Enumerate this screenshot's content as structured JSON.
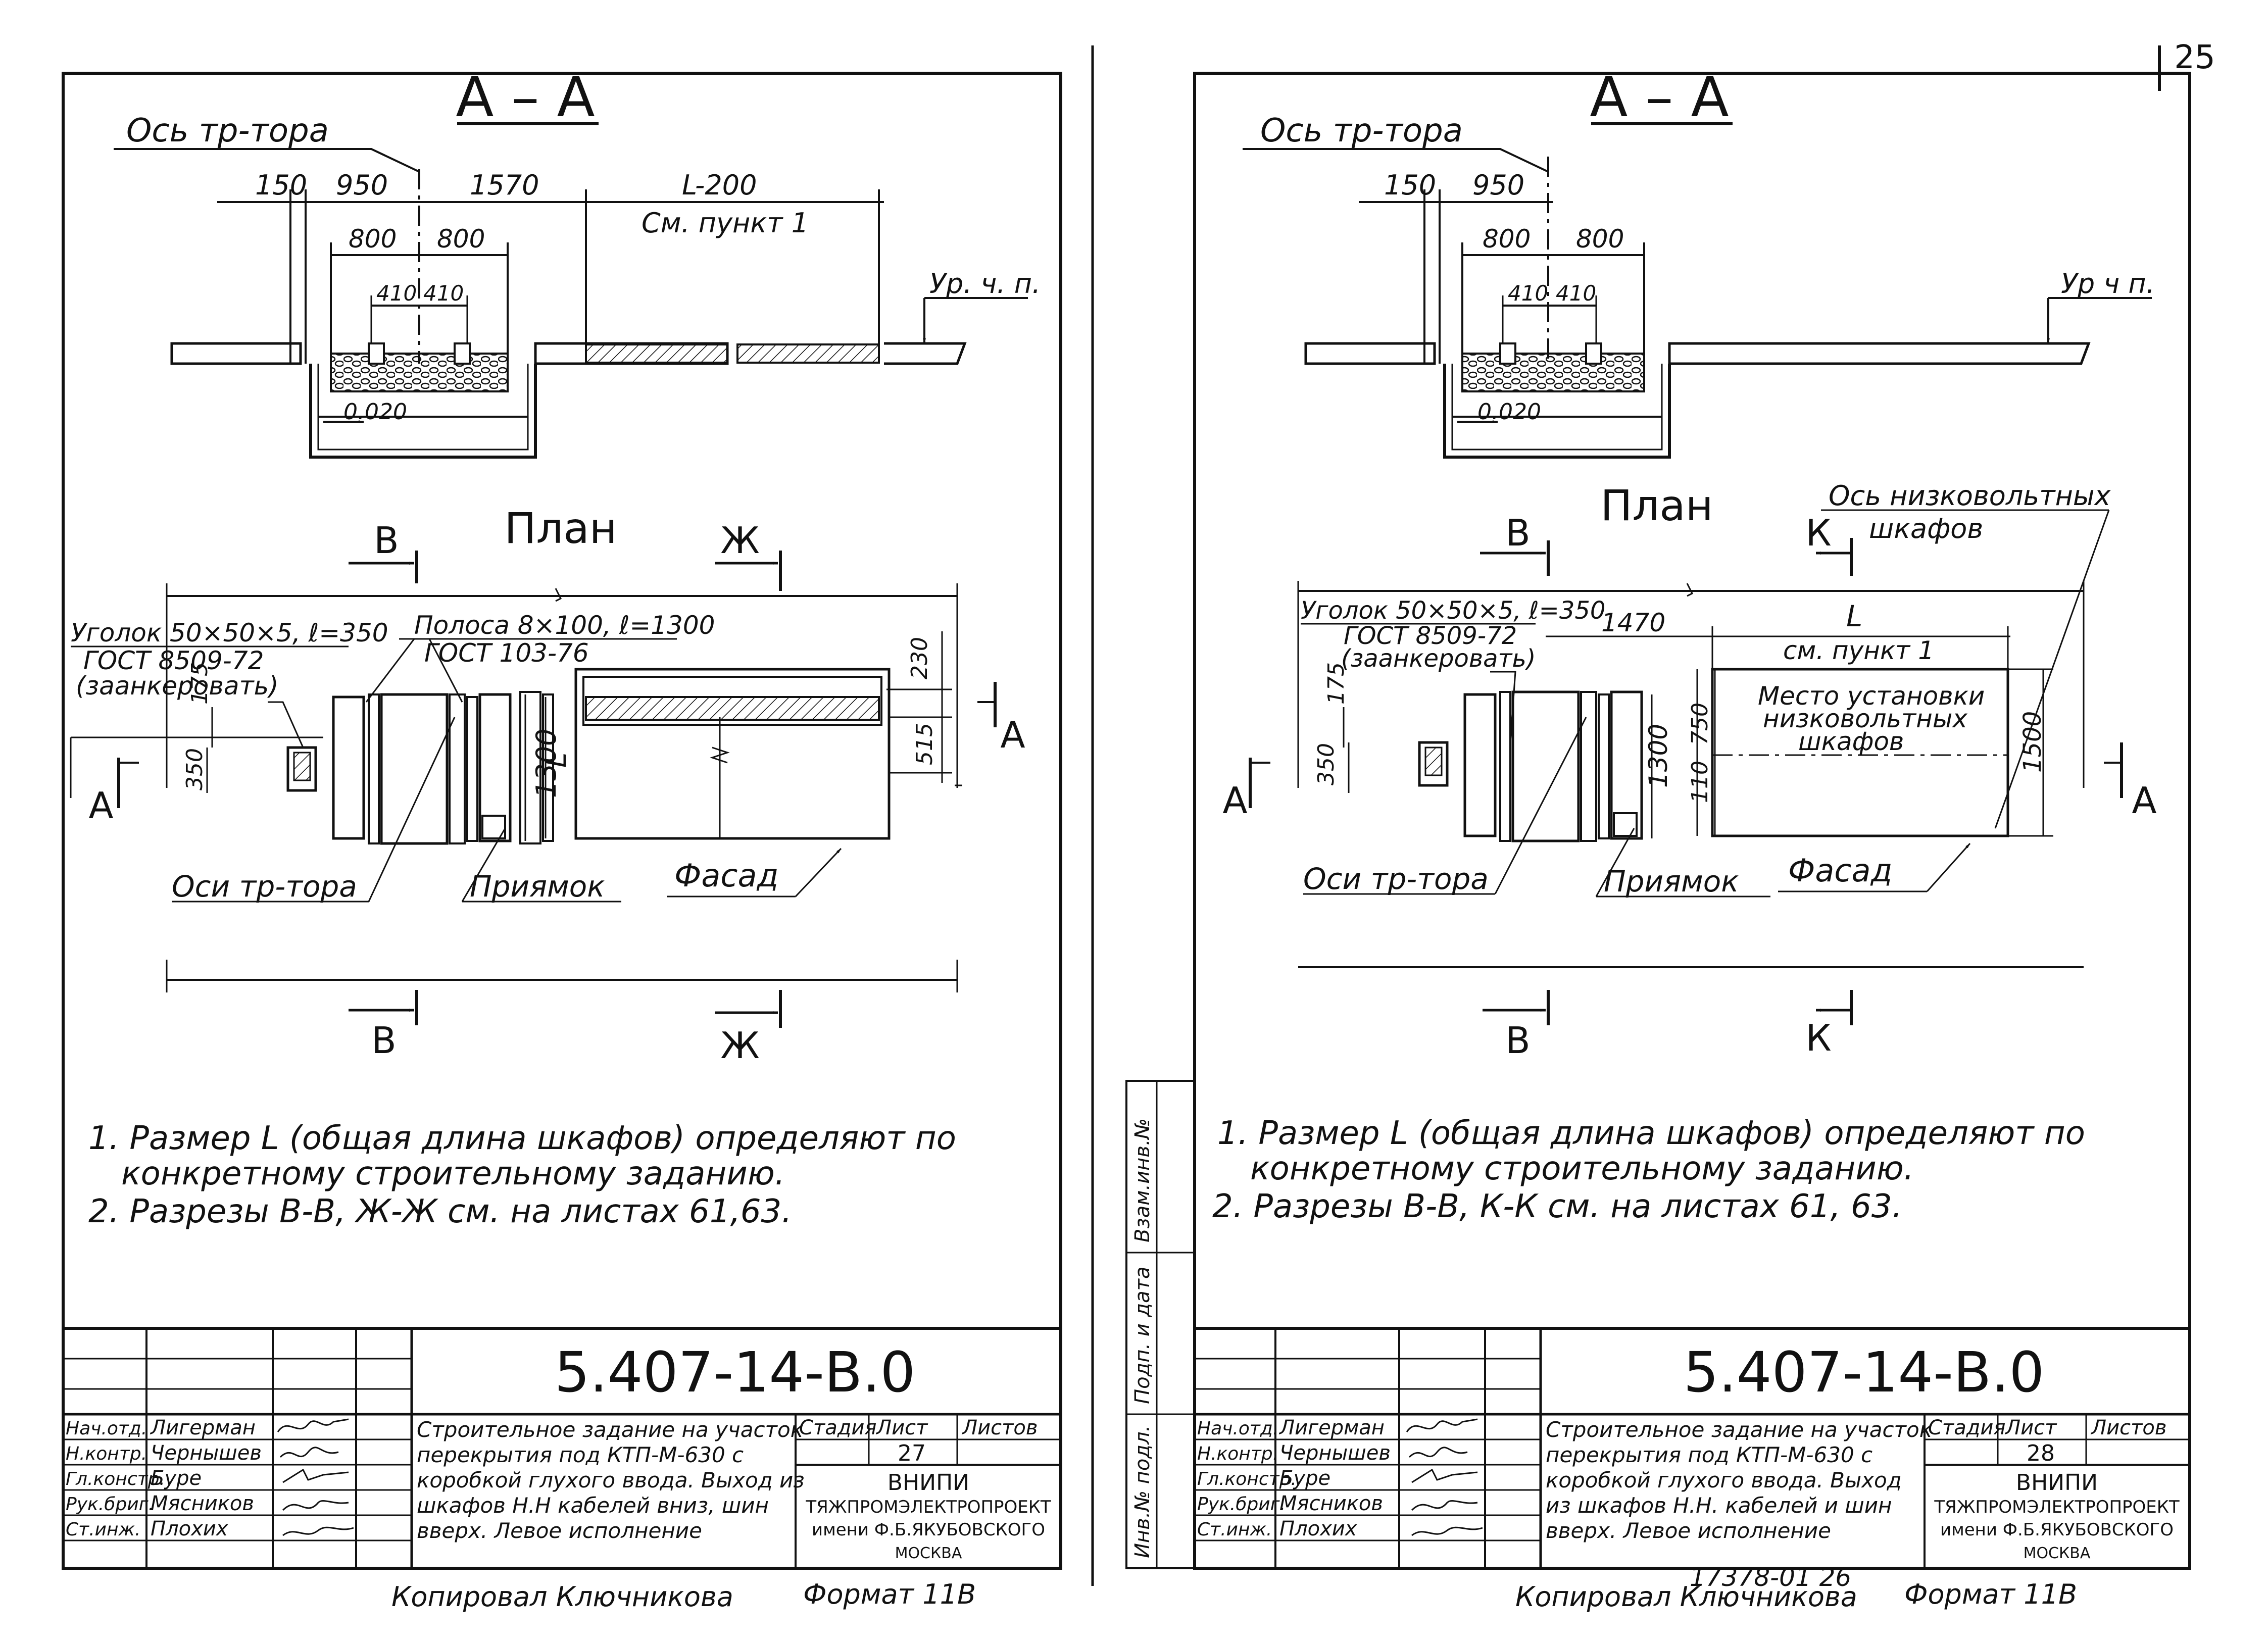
{
  "page_number": "25",
  "copy_number": "17378-01 26",
  "sheets": [
    {
      "id": "left",
      "section": {
        "title": "А – А",
        "axis_label": "Ось тр-тора",
        "level_label": "Ур. ч. п.",
        "dims_top": [
          "150",
          "950",
          "1570",
          "L-200"
        ],
        "dim_note": "См. пункт 1",
        "dims_mid": [
          "800",
          "800"
        ],
        "dims_small": [
          "410",
          "410"
        ],
        "slope": "0.020"
      },
      "plan": {
        "title": "План",
        "cut_b": "В",
        "cut_z": "Ж",
        "cut_a": "А",
        "ugolok_1": "Уголок 50×50×5, ℓ=350",
        "ugolok_2": "ГОСТ 8509-72",
        "ugolok_3": "(заанкеровать)",
        "polosa_1": "Полоса 8×100, ℓ=1300",
        "polosa_2": "ГОСТ 103-76",
        "dims": [
          "175",
          "350",
          "1300",
          "L",
          "230",
          "515"
        ],
        "axes": "Оси тр-тора",
        "pit": "Приямок",
        "facade": "Фасад"
      },
      "notes": [
        "1. Размер L (общая длина шкафов) определяют по",
        "конкретному строительному заданию.",
        "2. Разрезы В-В, Ж-Ж см. на листах 61,63."
      ],
      "title_block": {
        "code": "5.407-14-В.0",
        "roles": [
          "Нач.отд.",
          "Н.контр.",
          "Гл.констр.",
          "Рук.бриг.",
          "Ст.инж."
        ],
        "names": [
          "Лигерман",
          "Чернышев",
          "Буре",
          "Мясников",
          "Плохих"
        ],
        "description": [
          "Строительное задание на участок",
          "перекрытия под КТП-М-630 с",
          "коробкой глухого ввода. Выход из",
          "шкафов Н.Н кабелей вниз, шин",
          "вверх. Левое исполнение"
        ],
        "stage_label": "Стадия",
        "sheet_label": "Лист",
        "sheets_label": "Листов",
        "sheet_no": "27",
        "org": [
          "ВНИПИ",
          "ТЯЖПРОМЭЛЕКТРОПРОЕКТ",
          "имени Ф.Б.ЯКУБОВСКОГО",
          "МОСКВА"
        ]
      },
      "footer_copied": "Копировал Ключникова",
      "footer_format": "Формат 11В"
    },
    {
      "id": "right",
      "section": {
        "title": "А – А",
        "axis_label": "Ось тр-тора",
        "level_label": "Ур ч п.",
        "dims_top": [
          "150",
          "950"
        ],
        "dims_mid": [
          "800",
          "800"
        ],
        "dims_small": [
          "410",
          "410"
        ],
        "slope": "0.020"
      },
      "plan": {
        "title": "План",
        "cut_b": "В",
        "cut_k": "К",
        "cut_a": "А",
        "lv_axis_1": "Ось низковольтных",
        "lv_axis_2": "шкафов",
        "ugolok_1": "Уголок 50×50×5, ℓ=350",
        "ugolok_2": "ГОСТ 8509-72",
        "ugolok_3": "(заанкеровать)",
        "dims": [
          "175",
          "350",
          "1300",
          "1470",
          "L",
          "750",
          "110",
          "1500"
        ],
        "dim_note": "см. пункт 1",
        "place_1": "Место установки",
        "place_2": "низковольтных",
        "place_3": "шкафов",
        "axes": "Оси тр-тора",
        "pit": "Приямок",
        "facade": "Фасад"
      },
      "notes": [
        "1. Размер L (общая длина шкафов) определяют по",
        "конкретному строительному заданию.",
        "2. Разрезы В-В, К-К см. на листах 61, 63."
      ],
      "side_stamps": [
        "Взам.инв.№",
        "Подп. и дата",
        "Инв.№ подл."
      ],
      "title_block": {
        "code": "5.407-14-В.0",
        "roles": [
          "Нач.отд.",
          "Н.контр.",
          "Гл.констр.",
          "Рук.бриг.",
          "Ст.инж."
        ],
        "names": [
          "Лигерман",
          "Чернышев",
          "Буре",
          "Мясников",
          "Плохих"
        ],
        "description": [
          "Строительное задание на участок",
          "перекрытия под КТП-М-630 с",
          "коробкой глухого ввода. Выход",
          "из шкафов Н.Н. кабелей и шин",
          "вверх. Левое исполнение"
        ],
        "stage_label": "Стадия",
        "sheet_label": "Лист",
        "sheets_label": "Листов",
        "sheet_no": "28",
        "org": [
          "ВНИПИ",
          "ТЯЖПРОМЭЛЕКТРОПРОЕКТ",
          "имени Ф.Б.ЯКУБОВСКОГО",
          "МОСКВА"
        ]
      },
      "footer_copied": "Копировал Ключникова",
      "footer_format": "Формат 11В"
    }
  ]
}
